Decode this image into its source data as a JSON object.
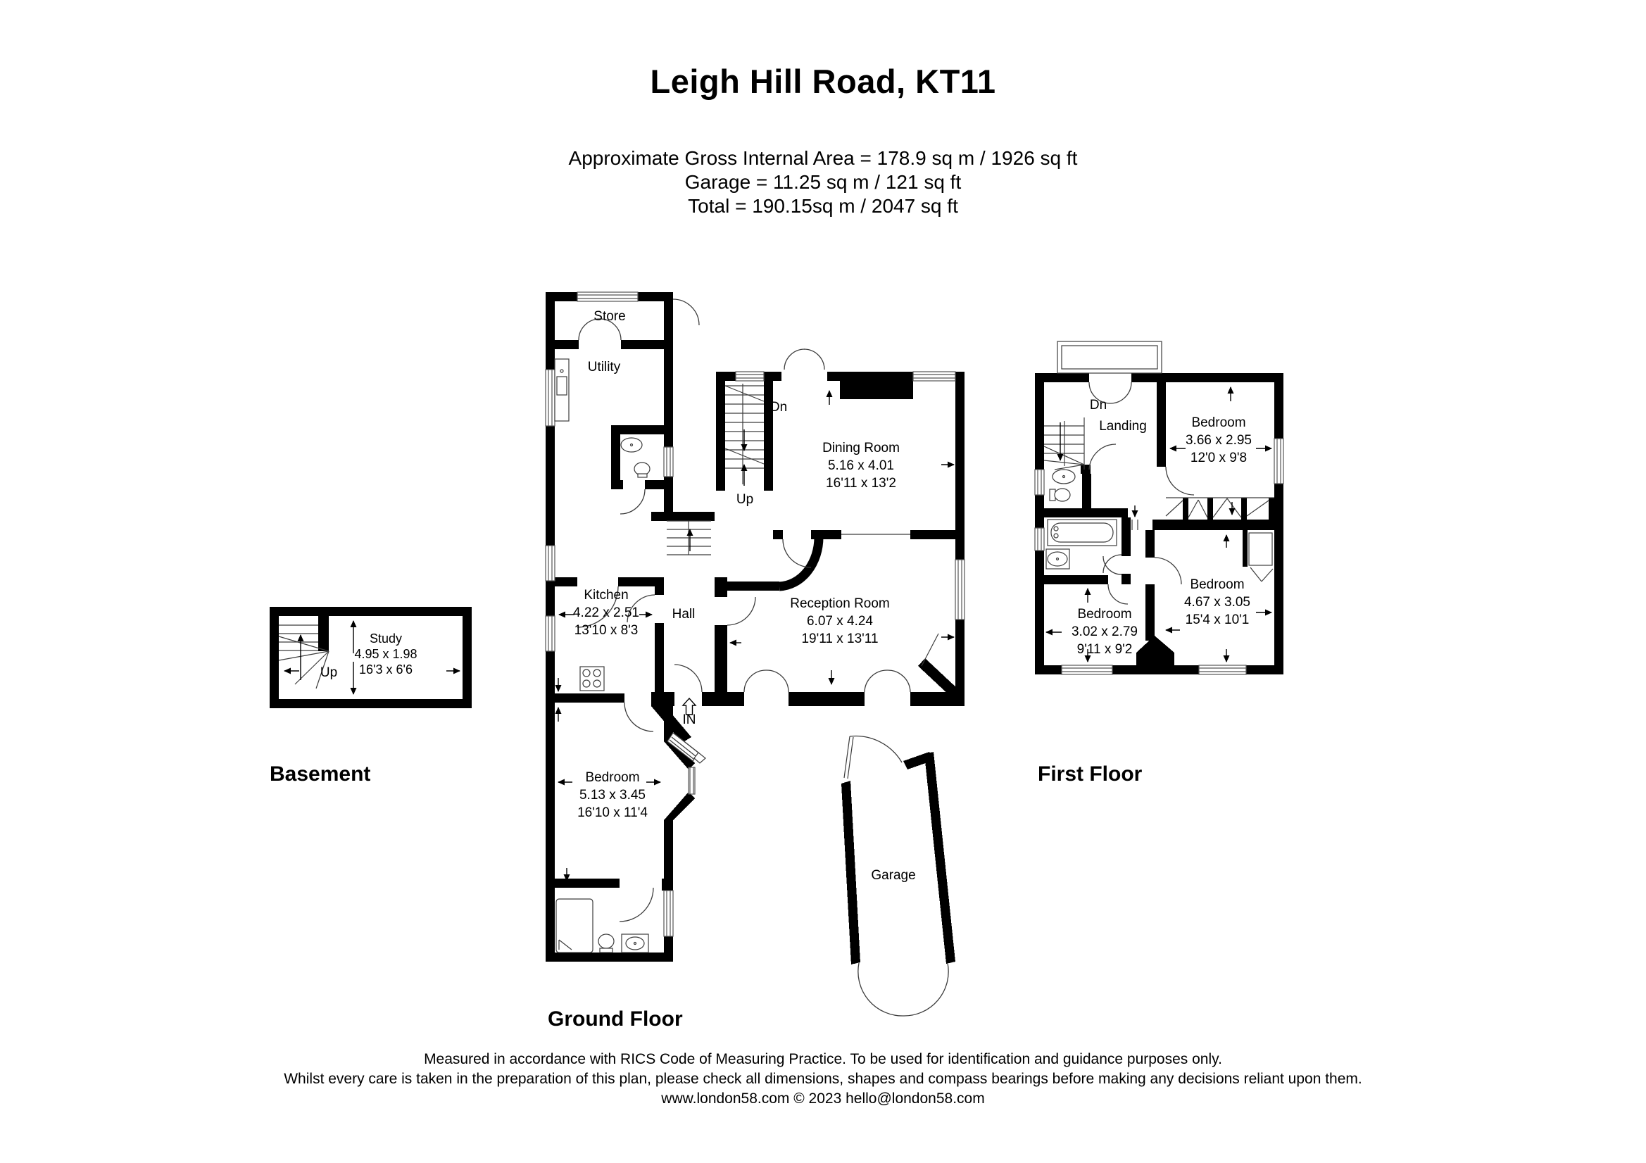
{
  "header": {
    "title": "Leigh Hill Road, KT11",
    "area_lines": [
      "Approximate Gross Internal Area = 178.9 sq m / 1926 sq ft",
      "Garage = 11.25 sq m / 121 sq ft",
      "Total = 190.15sq m / 2047 sq ft"
    ]
  },
  "basement": {
    "caption": "Basement",
    "up": "Up",
    "study": {
      "name": "Study",
      "metric": "4.95 x 1.98",
      "imperial": "16'3 x 6'6"
    }
  },
  "ground": {
    "caption": "Ground Floor",
    "store": "Store",
    "utility": "Utility",
    "dn": "Dn",
    "up": "Up",
    "hall": "Hall",
    "in_label": "IN",
    "garage": "Garage",
    "dining": {
      "name": "Dining Room",
      "metric": "5.16 x 4.01",
      "imperial": "16'11 x 13'2"
    },
    "kitchen": {
      "name": "Kitchen",
      "metric": "4.22 x 2.51",
      "imperial": "13'10 x 8'3"
    },
    "reception": {
      "name": "Reception Room",
      "metric": "6.07 x 4.24",
      "imperial": "19'11 x 13'11"
    },
    "bedroom": {
      "name": "Bedroom",
      "metric": "5.13 x 3.45",
      "imperial": "16'10 x 11'4"
    }
  },
  "first": {
    "caption": "First Floor",
    "dn": "Dn",
    "landing": "Landing",
    "bedroom1": {
      "name": "Bedroom",
      "metric": "3.66 x 2.95",
      "imperial": "12'0 x 9'8"
    },
    "bedroom2": {
      "name": "Bedroom",
      "metric": "3.02 x 2.79",
      "imperial": "9'11 x 9'2"
    },
    "bedroom3": {
      "name": "Bedroom",
      "metric": "4.67 x 3.05",
      "imperial": "15'4 x 10'1"
    }
  },
  "footer": {
    "lines": [
      "Measured in accordance with RICS Code of Measuring Practice. To be used for identification and guidance purposes only.",
      "Whilst every care is taken in the preparation of this plan, please check all dimensions, shapes and compass bearings before making any decisions reliant upon them.",
      "www.london58.com © 2023 hello@london58.com"
    ]
  }
}
